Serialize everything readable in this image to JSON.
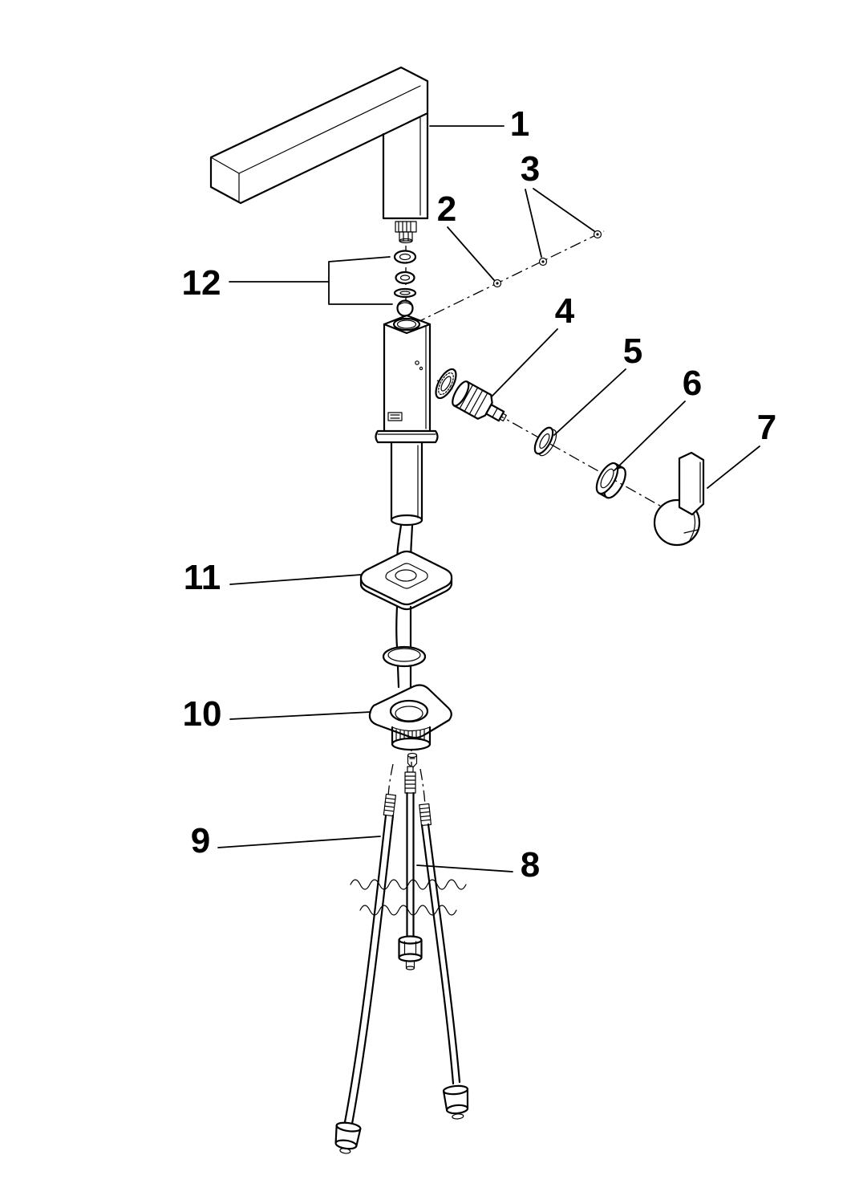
{
  "diagram": {
    "type": "exploded-parts-diagram",
    "background_color": "#ffffff",
    "line_color": "#000000",
    "callouts": [
      {
        "number": "1"
      },
      {
        "number": "2"
      },
      {
        "number": "3"
      },
      {
        "number": "4"
      },
      {
        "number": "5"
      },
      {
        "number": "6"
      },
      {
        "number": "7"
      },
      {
        "number": "8"
      },
      {
        "number": "9"
      },
      {
        "number": "10"
      },
      {
        "number": "11"
      },
      {
        "number": "12"
      }
    ]
  }
}
